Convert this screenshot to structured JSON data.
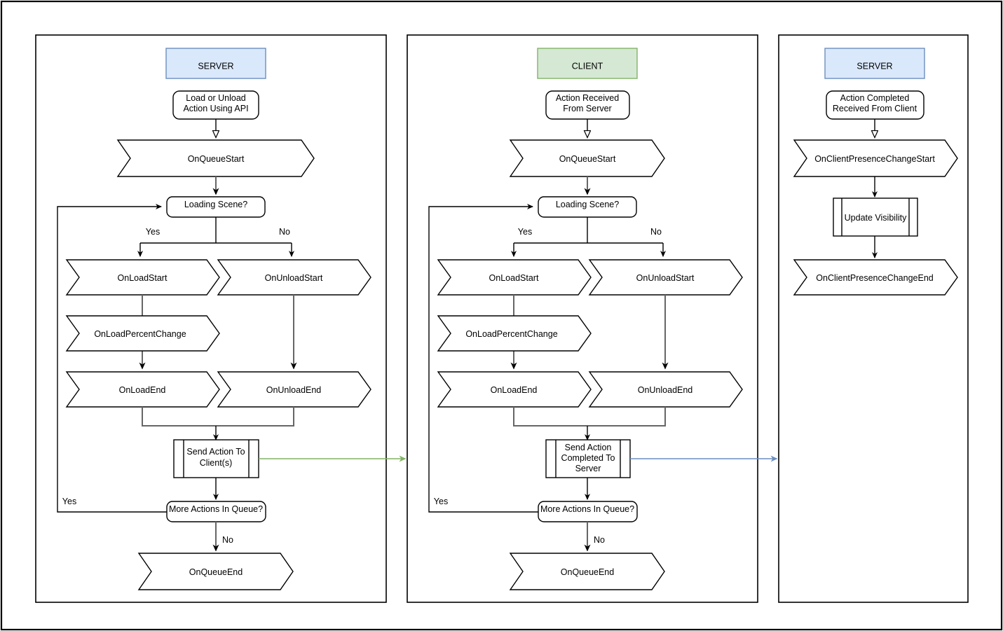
{
  "diagram": {
    "title_present": false,
    "outer_border_color": "#000000",
    "background": "#ffffff",
    "lanes": [
      {
        "id": "lane-server-left",
        "header_label": "SERVER",
        "header_fill": "#dae8fc",
        "header_stroke": "#6c8ebf"
      },
      {
        "id": "lane-client",
        "header_label": "CLIENT",
        "header_fill": "#d5e8d4",
        "header_stroke": "#82b366"
      },
      {
        "id": "lane-server-right",
        "header_label": "SERVER",
        "header_fill": "#dae8fc",
        "header_stroke": "#6c8ebf"
      }
    ]
  },
  "lane_server_left": {
    "start_node": "Load or Unload\nAction Using API",
    "start_line1": "Load or Unload",
    "start_line2": "Action Using API",
    "on_queue_start": "OnQueueStart",
    "loading_scene": "Loading Scene?",
    "label_yes_branch": "Yes",
    "label_no_branch": "No",
    "on_load_start": "OnLoadStart",
    "on_unload_start": "OnUnloadStart",
    "on_load_percent_change": "OnLoadPercentChange",
    "on_load_end": "OnLoadEnd",
    "on_unload_end": "OnUnloadEnd",
    "send_action_line1": "Send Action To",
    "send_action_line2": "Client(s)",
    "more_actions": "More Actions In Queue?",
    "label_loop_yes": "Yes",
    "label_exit_no": "No",
    "on_queue_end": "OnQueueEnd"
  },
  "lane_client": {
    "start_line1": "Action Received",
    "start_line2": "From Server",
    "on_queue_start": "OnQueueStart",
    "loading_scene": "Loading Scene?",
    "label_yes_branch": "Yes",
    "label_no_branch": "No",
    "on_load_start": "OnLoadStart",
    "on_unload_start": "OnUnloadStart",
    "on_load_percent_change": "OnLoadPercentChange",
    "on_load_end": "OnLoadEnd",
    "on_unload_end": "OnUnloadEnd",
    "send_action_line1": "Send Action",
    "send_action_line2": "Completed To",
    "send_action_line3": "Server",
    "more_actions": "More Actions In Queue?",
    "label_loop_yes": "Yes",
    "label_exit_no": "No",
    "on_queue_end": "OnQueueEnd"
  },
  "lane_server_right": {
    "start_line1": "Action Completed",
    "start_line2": "Received From Client",
    "on_client_presence_change_start": "OnClientPresenceChangeStart",
    "update_visibility": "Update Visibility",
    "on_client_presence_change_end": "OnClientPresenceChangeEnd"
  },
  "cross_lane_arrows": [
    {
      "id": "server-to-client",
      "color": "#82b366",
      "from": "Send Action To Client(s)",
      "to": "CLIENT lane"
    },
    {
      "id": "client-to-server",
      "color": "#6c8ebf",
      "from": "Send Action Completed To Server",
      "to": "SERVER lane (right)"
    }
  ],
  "colors": {
    "server_fill": "#dae8fc",
    "server_stroke": "#6c8ebf",
    "client_fill": "#d5e8d4",
    "client_stroke": "#82b366",
    "shape_stroke": "#000000",
    "connector_gray": "#666666",
    "arrow_green": "#82b366",
    "arrow_blue": "#6c8ebf"
  }
}
